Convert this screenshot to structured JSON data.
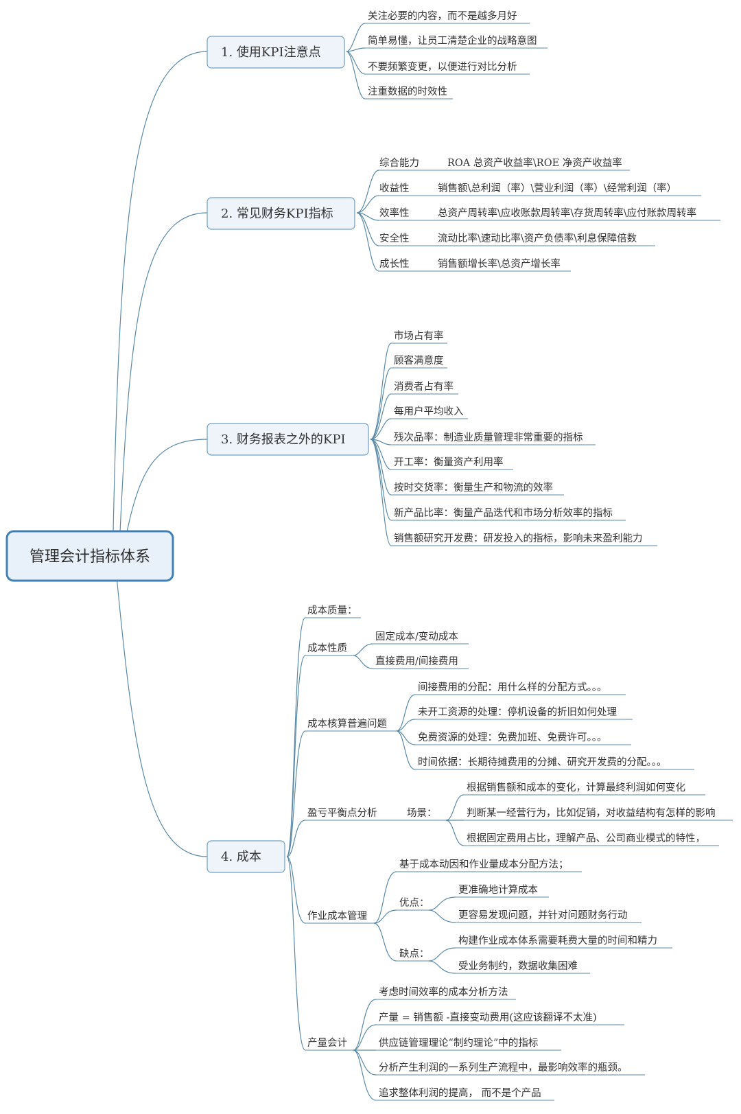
{
  "mindmap": {
    "root": "管理会计指标体系",
    "branch1": {
      "label": "1. 使用KPI注意点",
      "leaves": [
        "关注必要的内容，而不是越多月好",
        "简单易懂，让员工清楚企业的战略意图",
        "不要频繁变更，以便进行对比分析",
        "注重数据的时效性"
      ]
    },
    "branch2": {
      "label": "2. 常见财务KPI指标",
      "rows": [
        {
          "cat": "综合能力",
          "val": "ROA 总资产收益率\\ROE 净资产收益率"
        },
        {
          "cat": "收益性",
          "val": "销售额\\总利润（率）\\营业利润（率）\\经常利润（率）"
        },
        {
          "cat": "效率性",
          "val": "总资产周转率\\应收账款周转率\\存货周转率\\应付账款周转率"
        },
        {
          "cat": "安全性",
          "val": "流动比率\\速动比率\\资产负债率\\利息保障倍数"
        },
        {
          "cat": "成长性",
          "val": "销售额增长率\\总资产增长率"
        }
      ]
    },
    "branch3": {
      "label": "3. 财务报表之外的KPI",
      "leaves": [
        "市场占有率",
        "顾客满意度",
        "消费者占有率",
        "每用户平均收入",
        "残次品率：制造业质量管理非常重要的指标",
        "开工率：衡量资产利用率",
        "按时交货率：衡量生产和物流的效率",
        "新产品比率：衡量产品迭代和市场分析效率的指标",
        "销售额研究开发费：研发投入的指标，影响未来盈利能力"
      ]
    },
    "branch4": {
      "label": "4. 成本",
      "quality": "成本质量：",
      "nature": {
        "label": "成本性质",
        "leaves": [
          "固定成本/变动成本",
          "直接费用/间接费用"
        ]
      },
      "accounting": {
        "label": "成本核算普遍问题",
        "leaves": [
          "间接费用的分配：用什么样的分配方式。。。",
          "未开工资源的处理：停机设备的折旧如何处理",
          "免费资源的处理：免费加班、免费许可。。。",
          "时间依据：长期待摊费用的分摊、研究开发费的分配。。。"
        ]
      },
      "breakeven": {
        "label": "盈亏平衡点分析",
        "scene": "场景：",
        "leaves": [
          "根据销售额和成本的变化，计算最终利润如何变化",
          "判断某一经营行为，比如促销，对收益结构有怎样的影响",
          "根据固定费用占比，理解产品、公司商业模式的特性，"
        ]
      },
      "abc": {
        "label": "作业成本管理",
        "intro": "基于成本动因和作业量成本分配方法；",
        "pros_label": "优点：",
        "pros": [
          "更准确地计算成本",
          "更容易发现问题，并针对问题财务行动"
        ],
        "cons_label": "缺点：",
        "cons": [
          "构建作业成本体系需要耗费大量的时间和精力",
          "受业务制约，数据收集困难"
        ]
      },
      "throughput": {
        "label": "产量会计",
        "leaves": [
          "考虑时间效率的成本分析方法",
          "产量 = 销售额 -直接变动费用(这应该翻译不太准)",
          "供应链管理理论“制约理论”中的指标",
          "分析产生利润的一系列生产流程中，最影响效率的瓶颈。",
          "追求整体利润的提高， 而不是个产品"
        ]
      }
    }
  }
}
